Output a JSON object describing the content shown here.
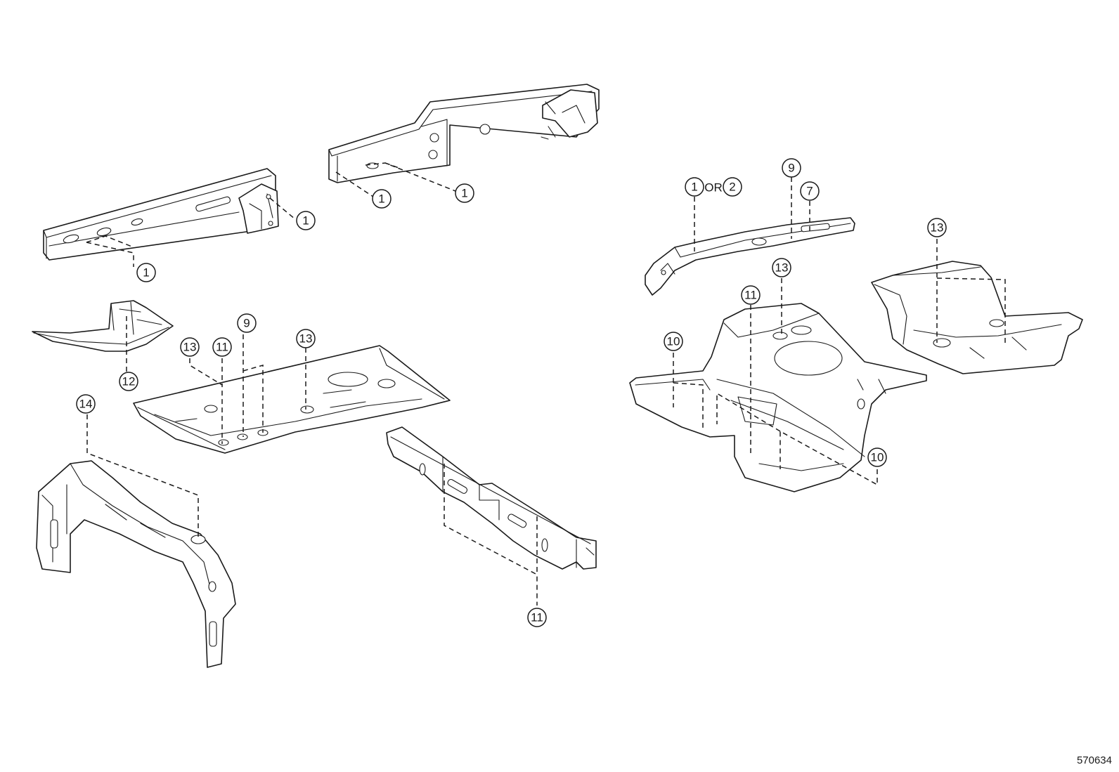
{
  "diagram": {
    "reference_code": "570634",
    "or_label": "OR",
    "callouts": {
      "c1": "1",
      "c2": "1",
      "c3": "1",
      "c4": "1",
      "c5a": "1",
      "c5b": "2",
      "c6": "9",
      "c7": "7",
      "c8": "13",
      "c9": "13",
      "c10": "11",
      "c11": "10",
      "c12": "10",
      "c13": "12",
      "c14": "13",
      "c15": "11",
      "c16": "9",
      "c17": "13",
      "c18": "14",
      "c19": "11"
    }
  }
}
